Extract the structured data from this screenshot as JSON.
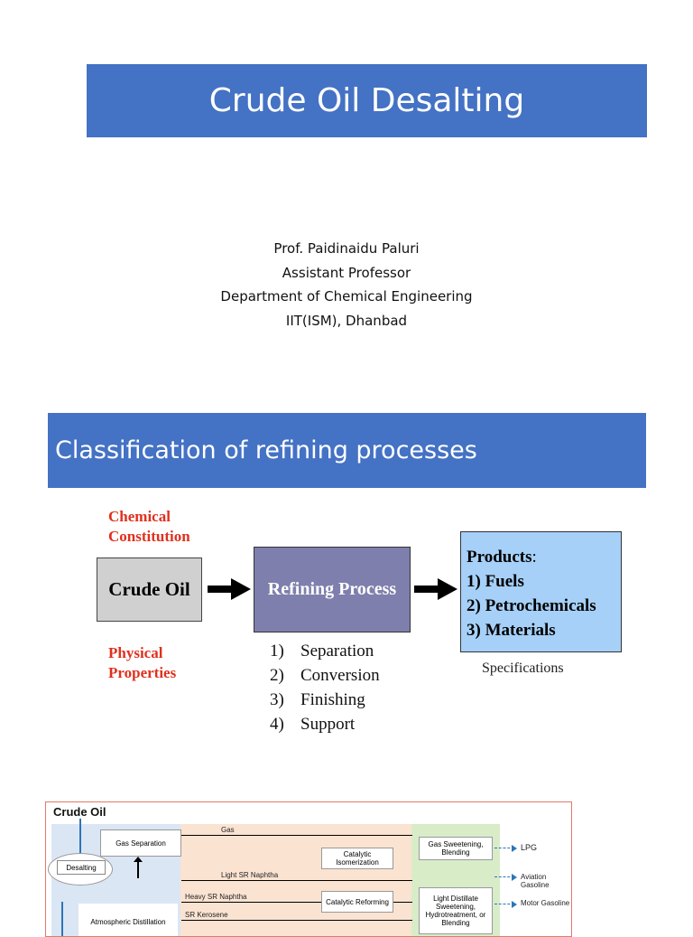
{
  "slide1": {
    "title": "Crude Oil Desalting",
    "author_lines": [
      "Prof. Paidinaidu Paluri",
      "Assistant Professor",
      "Department of Chemical Engineering",
      "IIT(ISM), Dhanbad"
    ]
  },
  "slide2": {
    "title": "Classification of refining processes",
    "chemical_label_1": "Chemical",
    "chemical_label_2": "Constitution",
    "physical_label_1": "Physical",
    "physical_label_2": "Properties",
    "crude_box": "Crude Oil",
    "refining_box": "Refining Process",
    "products_title": "Products",
    "products_colon": ":",
    "products": [
      "1) Fuels",
      "2) Petrochemicals",
      "3) Materials"
    ],
    "steps": [
      {
        "num": "1)",
        "label": "Separation"
      },
      {
        "num": "2)",
        "label": "Conversion"
      },
      {
        "num": "3)",
        "label": "Finishing"
      },
      {
        "num": "4)",
        "label": "Support"
      }
    ],
    "specifications": "Specifications"
  },
  "slide3": {
    "title": "Crude Oil",
    "desalting": "Desalting",
    "gas_separation": "Gas Separation",
    "atmospheric": "Atmospheric Distillation",
    "gas": "Gas",
    "light_sr_naphtha": "Light SR Naphtha",
    "heavy_sr_naphtha": "Heavy SR Naphtha",
    "sr_kerosene": "SR Kerosene",
    "catalytic_isomerization": "Catalytic Isomerization",
    "catalytic_reforming": "Catalytic Reforming",
    "gas_sweetening": "Gas Sweetening, Blending",
    "light_distillate": "Light Distillate Sweetening, Hydrotreatment, or Blending",
    "lpg": "LPG",
    "aviation": "Aviation Gasoline",
    "motor": "Motor Gasoline"
  }
}
